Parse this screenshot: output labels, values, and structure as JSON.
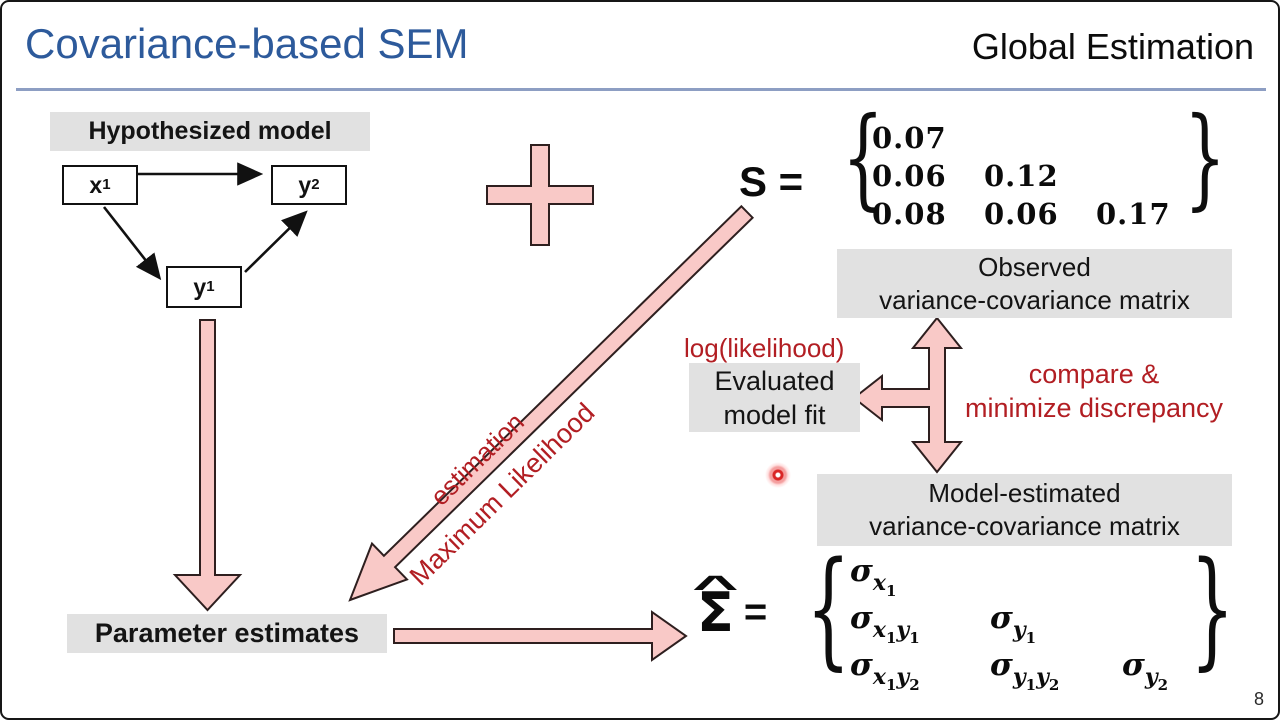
{
  "header": {
    "title": "Covariance-based SEM",
    "subtitle": "Global Estimation"
  },
  "model": {
    "label": "Hypothesized model",
    "nodes": [
      {
        "base": "x",
        "sub": "1"
      },
      {
        "base": "y",
        "sub": "2"
      },
      {
        "base": "y",
        "sub": "1"
      }
    ]
  },
  "observed": {
    "symbol_equation": "S =",
    "matrix": [
      [
        "0.07"
      ],
      [
        "0.06",
        "0.12"
      ],
      [
        "0.08",
        "0.06",
        "0.17"
      ]
    ],
    "brace_open": "{",
    "brace_close": "}",
    "caption": [
      "Observed",
      "variance-covariance matrix"
    ]
  },
  "estimated": {
    "symbol": "Σ",
    "hat": "^",
    "equals": "=",
    "sigma": "σ",
    "matrix": [
      [
        "x1"
      ],
      [
        "x1y1",
        "y1"
      ],
      [
        "x1y2",
        "y1y2",
        "y2"
      ]
    ],
    "brace_open": "{",
    "brace_close": "}",
    "caption": [
      "Model-estimated",
      "variance-covariance matrix"
    ]
  },
  "labels": {
    "log_likelihood": "log(likelihood)",
    "evaluated_fit": [
      "Evaluated",
      "model fit"
    ],
    "compare": [
      "compare &",
      "minimize discrepancy"
    ],
    "parameter_estimates": "Parameter estimates",
    "estimation": "estimation",
    "maximum_likelihood": "Maximum Likelihood"
  },
  "page_number": "8",
  "colors": {
    "title_blue": "#2d5a9b",
    "divider_blue": "#8d9ec3",
    "arrow_pink_fill": "#f9c9c7",
    "arrow_outline": "#2e1f1f",
    "red_text": "#b21e23",
    "gray_box": "#e1e1e1"
  }
}
